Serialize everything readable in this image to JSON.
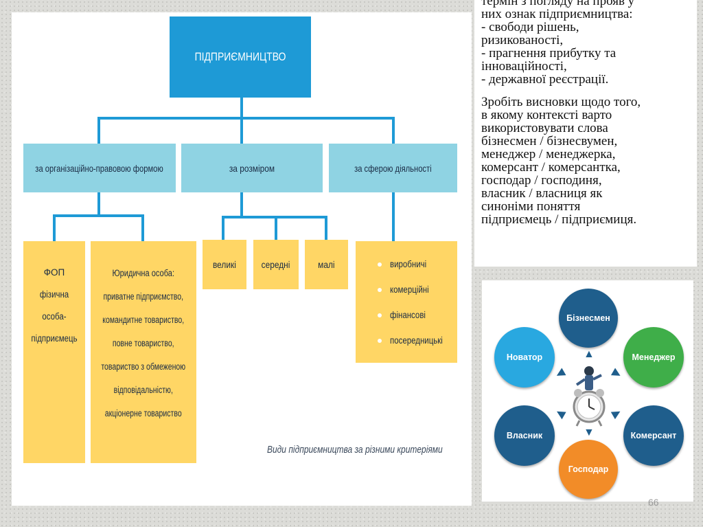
{
  "diagram": {
    "root": "ПІДПРИЄМНИЦТВО",
    "categories": [
      "за організаційно-правовою формою",
      "за розміром",
      "за сферою діяльності"
    ],
    "fop": [
      "ФОП",
      "фізична особа-",
      "підприємець"
    ],
    "legal_entity": {
      "heading": "Юридична особа:",
      "items": [
        "приватне підприємство,",
        "командитне товариство,",
        "повне товариство,",
        "товариство з обмеженою",
        "відповідальністю,",
        "акціонерне товариство"
      ]
    },
    "sizes": [
      "великі",
      "середні",
      "малі"
    ],
    "spheres": [
      "виробничі",
      "комерційні",
      "фінансові",
      "посередницькі"
    ],
    "caption": "Види підприємництва за різними критеріями"
  },
  "text_block": {
    "paragraph1": "термін з погляду на прояв у\nних ознак підприємництва:\n - свободи рішень,\nризикованості,\n- прагнення прибутку та\nінноваційності,\n- державної реєстрації.",
    "paragraph2": "Зробіть висновки щодо того,\nв якому контексті варто\nвикористовувати слова\nбізнесмен / бізнесвумен,\nменеджер / менеджерка,\nкомерсант / комерсантка,\nгосподар / господиня,\nвласник / власниця як\nсиноніми поняття\nпідприємець / підприємиця."
  },
  "roles": {
    "top": "Бізнесмен",
    "left_upper": "Новатор",
    "right_upper": "Менеджер",
    "left_lower": "Власник",
    "right_lower": "Комерсант",
    "bottom": "Господар"
  },
  "page_number": "66",
  "colors": {
    "blue": "#1e9ad6",
    "teal": "#8fd3e3",
    "yellow": "#ffd665",
    "navy_circle": "#1f5e8c",
    "light_blue_circle": "#29a8e0",
    "green_circle": "#3fae49",
    "orange_circle": "#f28c28"
  }
}
